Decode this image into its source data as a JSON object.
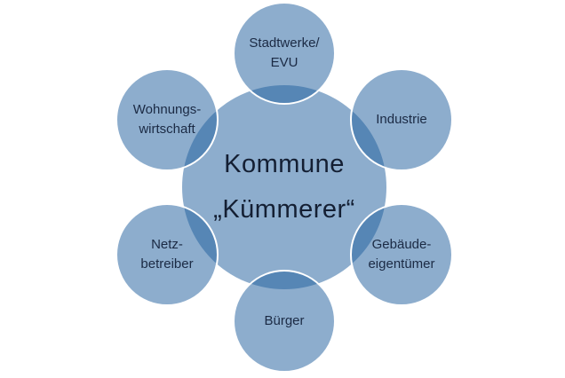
{
  "diagram": {
    "title_role": "stakeholder-radial-diagram",
    "colors": {
      "circle_fill_rgba": "rgba(36,98,160,0.52)",
      "circle_fill_single_on_white": "#94b2d0",
      "circle_overlap_on_white": "#5686b6",
      "stroke": "#ffffff",
      "center_text": "#141f33",
      "satellite_text": "#1b2a44"
    },
    "center": {
      "line1": "Kommune",
      "line2": "„Kümmerer“"
    },
    "satellites": [
      {
        "id": "stadtwerke-evu",
        "lines": [
          "Stadtwerke/",
          "EVU"
        ]
      },
      {
        "id": "industrie",
        "lines": [
          "Industrie"
        ]
      },
      {
        "id": "gebaeudeeigentuemer",
        "lines": [
          "Gebäude-",
          "eigentümer"
        ]
      },
      {
        "id": "buerger",
        "lines": [
          "Bürger"
        ]
      },
      {
        "id": "netzbetreiber",
        "lines": [
          "Netz-",
          "betreiber"
        ]
      },
      {
        "id": "wohnungswirtschaft",
        "lines": [
          "Wohnungs-",
          "wirtschaft"
        ]
      }
    ]
  }
}
